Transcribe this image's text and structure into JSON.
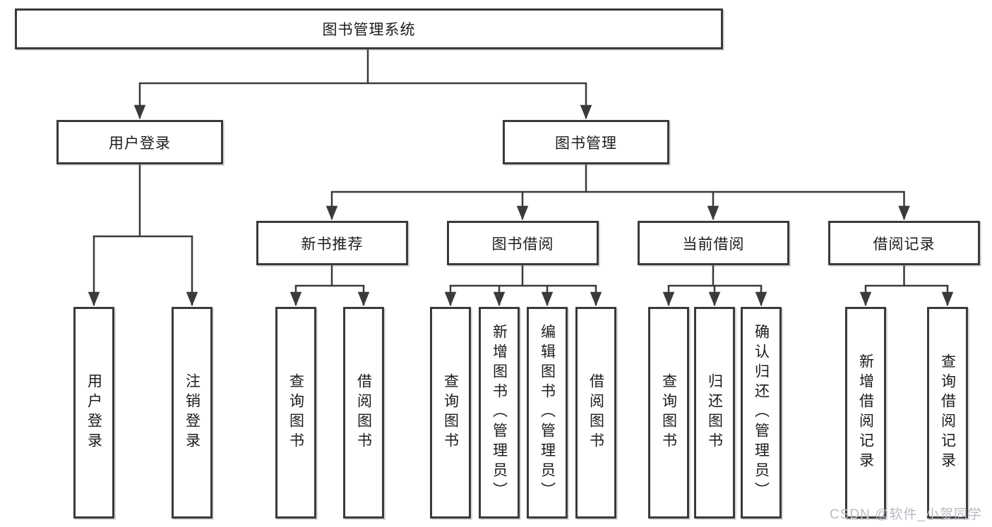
{
  "diagram": {
    "title_node": "图书管理系统",
    "nodes": {
      "root": "图书管理系统",
      "user_login": "用户登录",
      "book_management": "图书管理",
      "new_book_recommend": "新书推荐",
      "book_borrowing": "图书借阅",
      "current_borrowing": "当前借阅",
      "borrowing_records": "借阅记录",
      "leaf_user_login": "用户登录",
      "leaf_logout_login": "注销登录",
      "leaf_nb_query_books": "查询图书",
      "leaf_nb_borrow_books": "借阅图书",
      "leaf_bb_query_books": "查询图书",
      "leaf_bb_add_book_admin": "新增图书（管理员）",
      "leaf_bb_edit_book_admin": "编辑图书（管理员）",
      "leaf_bb_borrow_books": "借阅图书",
      "leaf_cb_query_books": "查询图书",
      "leaf_cb_return_books": "归还图书",
      "leaf_cb_confirm_return_admin": "确认归还（管理员）",
      "leaf_br_add_borrow_record": "新增借阅记录",
      "leaf_br_query_borrow_record": "查询借阅记录"
    },
    "edges": [
      [
        "图书管理系统",
        "用户登录"
      ],
      [
        "图书管理系统",
        "图书管理"
      ],
      [
        "用户登录",
        "用户登录"
      ],
      [
        "用户登录",
        "注销登录"
      ],
      [
        "图书管理",
        "新书推荐"
      ],
      [
        "图书管理",
        "图书借阅"
      ],
      [
        "图书管理",
        "当前借阅"
      ],
      [
        "图书管理",
        "借阅记录"
      ],
      [
        "新书推荐",
        "查询图书"
      ],
      [
        "新书推荐",
        "借阅图书"
      ],
      [
        "图书借阅",
        "查询图书"
      ],
      [
        "图书借阅",
        "新增图书（管理员）"
      ],
      [
        "图书借阅",
        "编辑图书（管理员）"
      ],
      [
        "图书借阅",
        "借阅图书"
      ],
      [
        "当前借阅",
        "查询图书"
      ],
      [
        "当前借阅",
        "归还图书"
      ],
      [
        "当前借阅",
        "确认归还（管理员）"
      ],
      [
        "借阅记录",
        "新增借阅记录"
      ],
      [
        "借阅记录",
        "查询借阅记录"
      ]
    ]
  },
  "watermark": {
    "text": "CSDN @软件_小贺同学",
    "color": "#b7bcc2"
  },
  "colors": {
    "line": "#3a3a3a",
    "box_border": "#3a3a3a",
    "text": "#1c1c1c",
    "background": "#ffffff"
  }
}
